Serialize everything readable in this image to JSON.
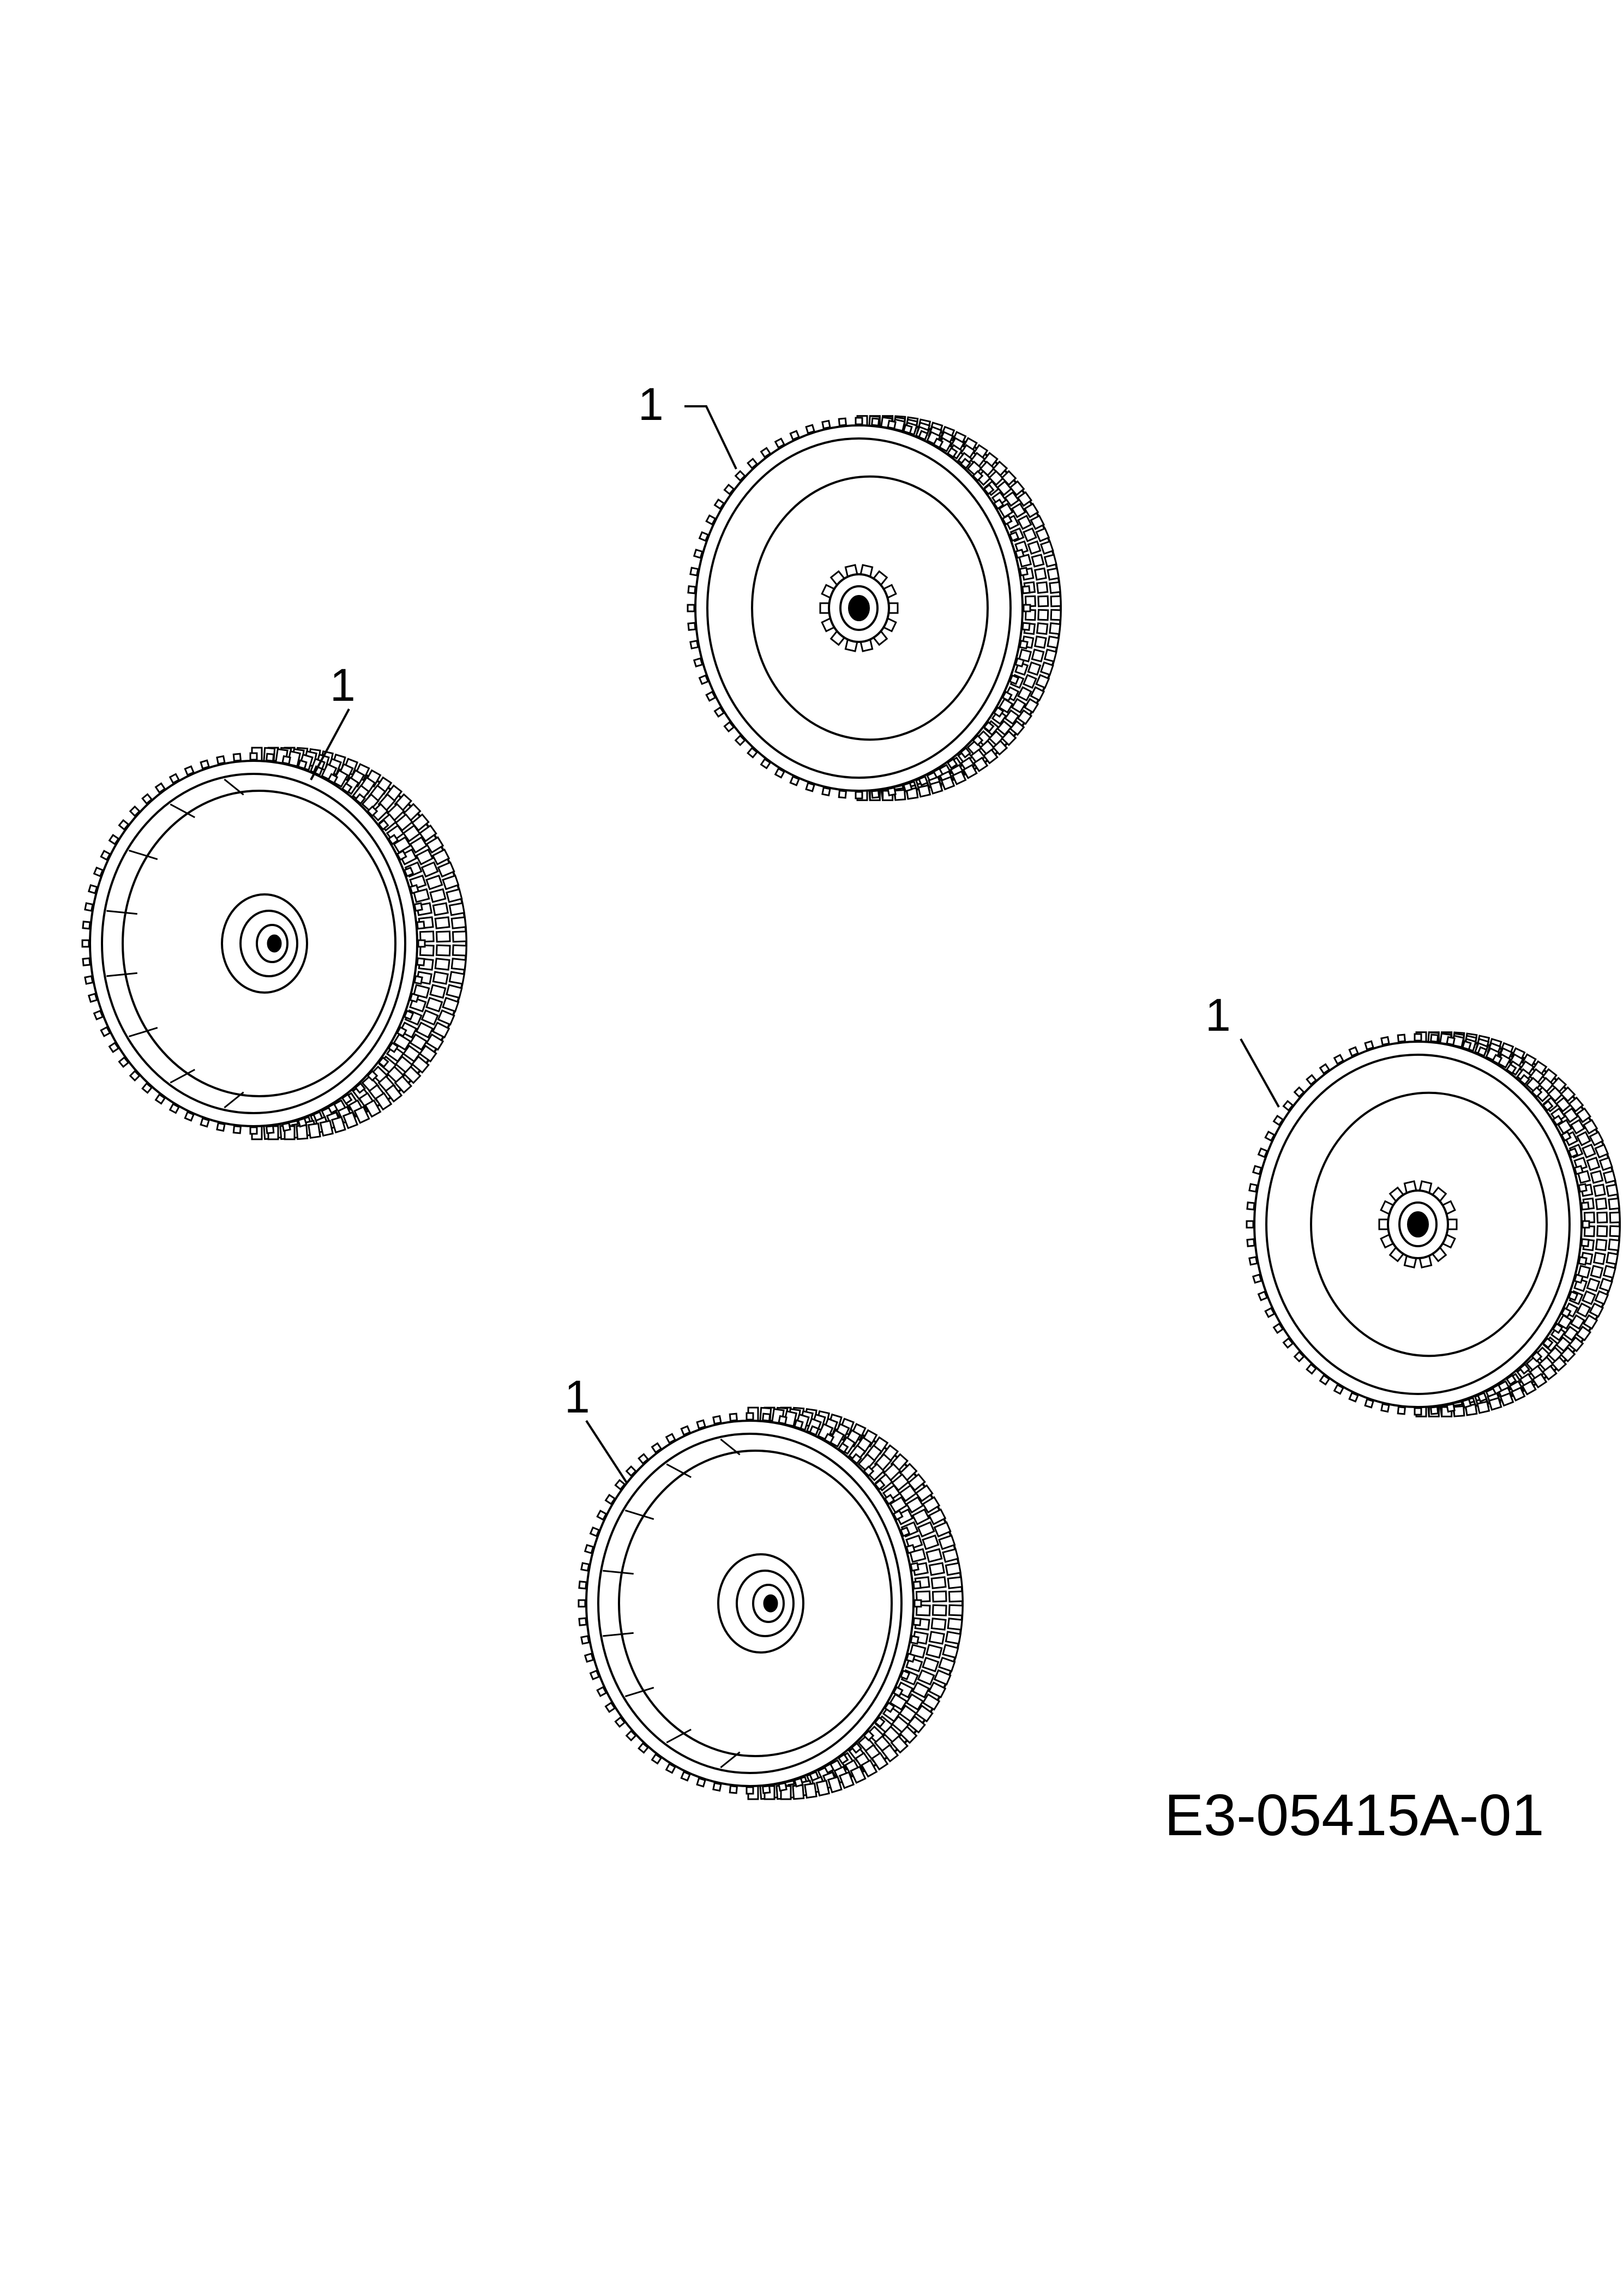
{
  "diagram": {
    "drawing_code": "E3-05415A-01",
    "parts": [
      {
        "id": "wheel-top",
        "callout": "1",
        "view": "outer-sprocket"
      },
      {
        "id": "wheel-left",
        "callout": "1",
        "view": "inner-ribbed"
      },
      {
        "id": "wheel-right",
        "callout": "1",
        "view": "outer-sprocket"
      },
      {
        "id": "wheel-bottom",
        "callout": "1",
        "view": "inner-ribbed"
      }
    ]
  },
  "colors": {
    "line": "#000000",
    "background": "#ffffff"
  }
}
